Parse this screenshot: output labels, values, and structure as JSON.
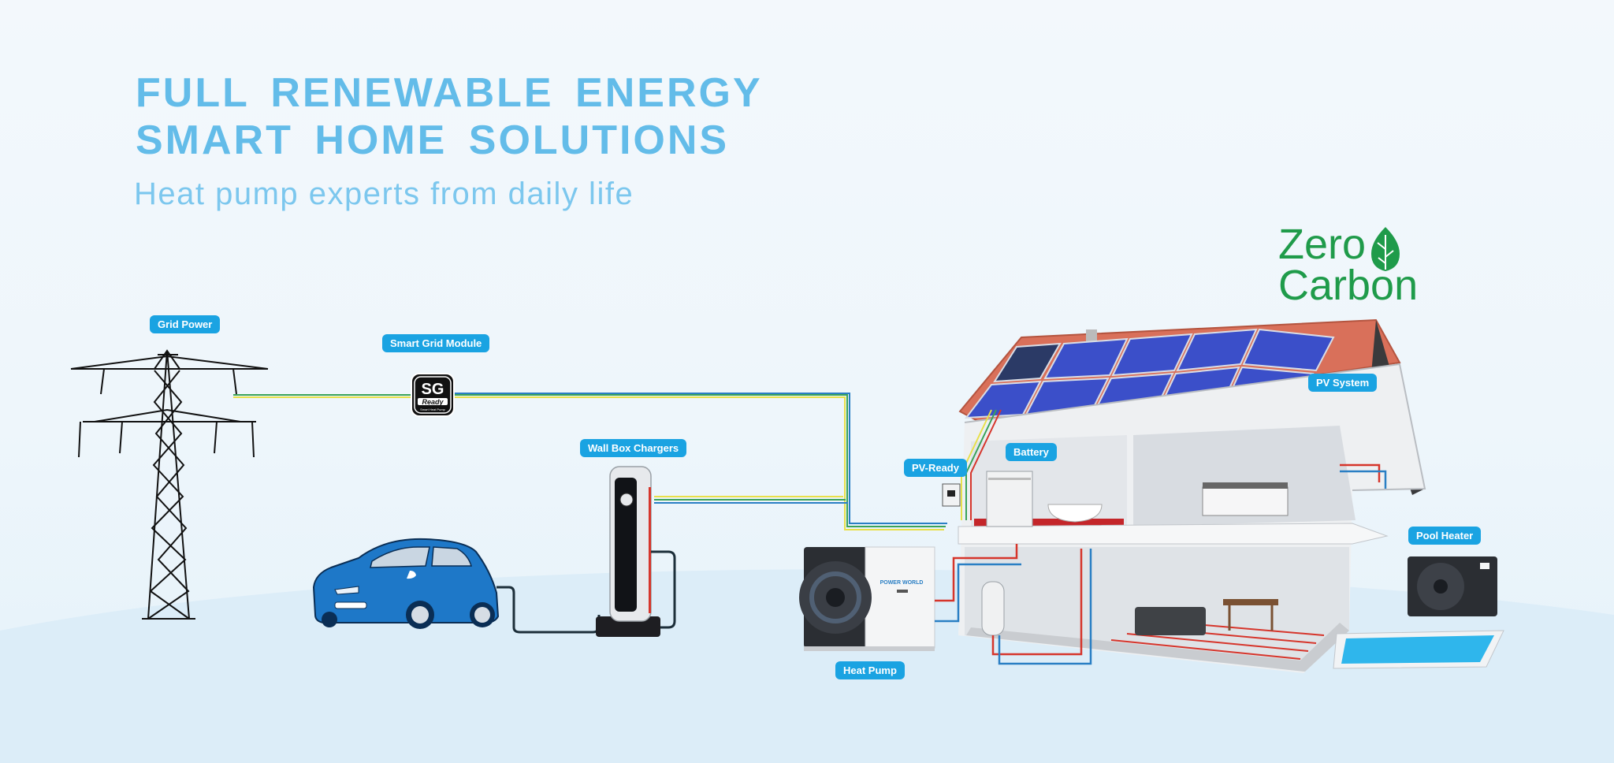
{
  "headline": {
    "line1": "FULL RENEWABLE ENERGY",
    "line2": "SMART HOME SOLUTIONS",
    "subtitle": "Heat pump experts from daily life"
  },
  "brand": {
    "zero": "Zero",
    "carbon": "Carbon",
    "icon": "leaf-icon",
    "color": "#1f9b4a"
  },
  "labels": {
    "grid_power": "Grid Power",
    "smart_grid_module": "Smart Grid Module",
    "wall_box_chargers": "Wall Box Chargers",
    "pv_system": "PV System",
    "pv_ready": "PV-Ready",
    "battery": "Battery",
    "pool_heater": "Pool Heater",
    "heat_pump": "Heat Pump"
  },
  "sg_module": {
    "big": "SG",
    "small": "Ready",
    "tiny": "Smart Heat Pump"
  },
  "heat_pump_brand": "POWER WORLD",
  "colors": {
    "headline": "#63bce9",
    "tag": "#1aa3e2",
    "wire_yellow": "#e8e04a",
    "wire_green": "#3aa35a",
    "wire_blue": "#2a7fc4",
    "car": "#1e78c8",
    "panel": "#3b4fc9",
    "roof": "#d9705a"
  }
}
